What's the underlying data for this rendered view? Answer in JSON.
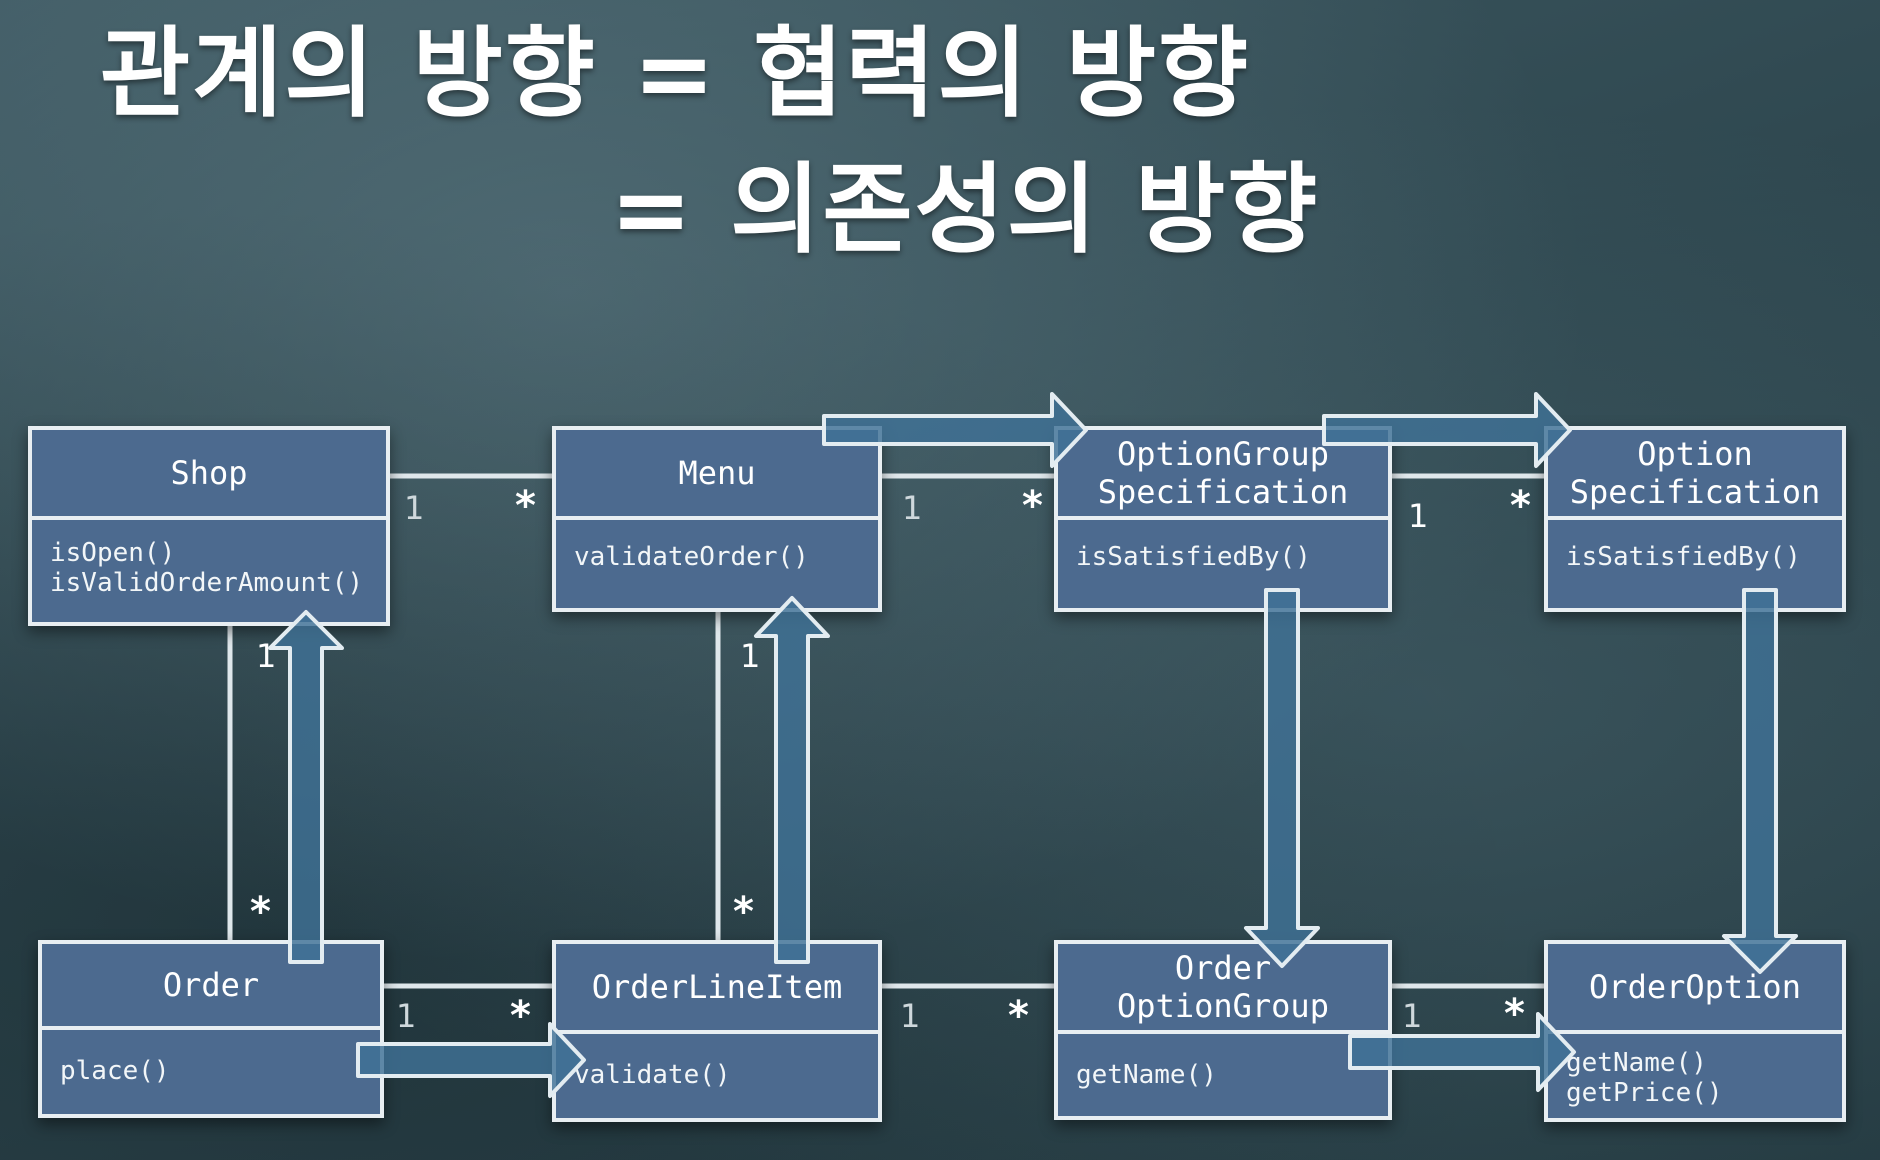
{
  "title": {
    "line1": "관계의 방향 = 협력의 방향",
    "line2": "= 의존성의 방향"
  },
  "classes": {
    "shop": {
      "name": "Shop",
      "ops": "isOpen()\nisValidOrderAmount()"
    },
    "menu": {
      "name": "Menu",
      "ops": "validateOrder()"
    },
    "option_group_spec": {
      "name": "OptionGroup\nSpecification",
      "ops": "isSatisfiedBy()"
    },
    "option_spec": {
      "name": "Option\nSpecification",
      "ops": "isSatisfiedBy()"
    },
    "order": {
      "name": "Order",
      "ops": "place()"
    },
    "order_line_item": {
      "name": "OrderLineItem",
      "ops": "validate()"
    },
    "order_option_group": {
      "name": "Order\nOptionGroup",
      "ops": "getName()"
    },
    "order_option": {
      "name": "OrderOption",
      "ops": "getName()\ngetPrice()"
    }
  },
  "multiplicities": {
    "shop_menu_one": "1",
    "shop_menu_many": "*",
    "menu_ogs_one": "1",
    "menu_ogs_many": "*",
    "ogs_os_one": "1",
    "ogs_os_many": "*",
    "shop_order_one": "1",
    "shop_order_many": "*",
    "menu_oli_one": "1",
    "menu_oli_many": "*",
    "order_oli_one": "1",
    "order_oli_many": "*",
    "oli_oog_one": "1",
    "oli_oog_many": "*",
    "oog_oo_one": "1",
    "oog_oo_many": "*"
  },
  "colors": {
    "class_fill": "#4c6a8f",
    "class_border": "#e8eef2",
    "arrow_fill": "#3f7296",
    "arrow_stroke": "#e3ecf1"
  }
}
